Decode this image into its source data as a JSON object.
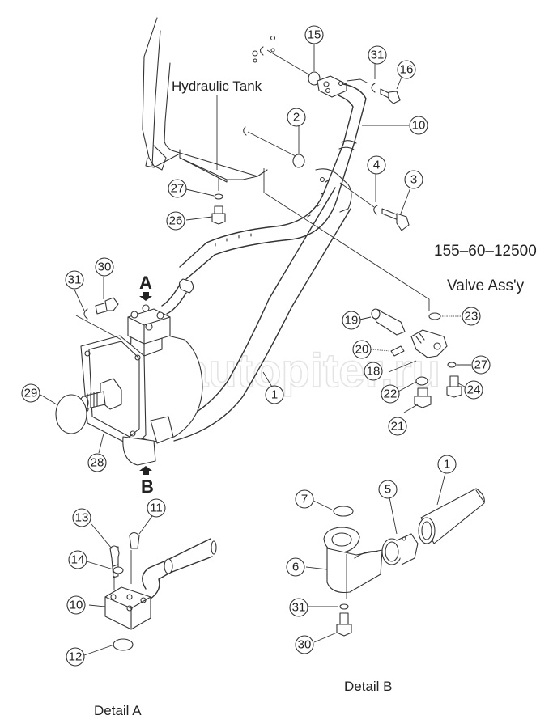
{
  "diagram": {
    "part_number": "155–60–12500",
    "assembly_name": "Valve Ass'y",
    "labels": {
      "hydraulic_tank": "Hydraulic Tank",
      "detail_a": "Detail A",
      "detail_b": "Detail B",
      "view_a": "A",
      "view_b": "B"
    },
    "watermark": "autopiter.ru",
    "callouts": {
      "c15": "15",
      "c31_top": "31",
      "c16": "16",
      "c10_top": "10",
      "c2": "2",
      "c4": "4",
      "c3": "3",
      "c27_left": "27",
      "c26": "26",
      "c31_mid": "31",
      "c30_mid": "30",
      "c29": "29",
      "c28": "28",
      "c1_main": "1",
      "c23": "23",
      "c19": "19",
      "c20": "20",
      "c18": "18",
      "c27_right": "27",
      "c22": "22",
      "c24": "24",
      "c21": "21",
      "c13": "13",
      "c11": "11",
      "c14": "14",
      "c10_detail": "10",
      "c12": "12",
      "c7": "7",
      "c5": "5",
      "c1_detail": "1",
      "c6": "6",
      "c31_detail": "31",
      "c30_detail": "30"
    }
  }
}
